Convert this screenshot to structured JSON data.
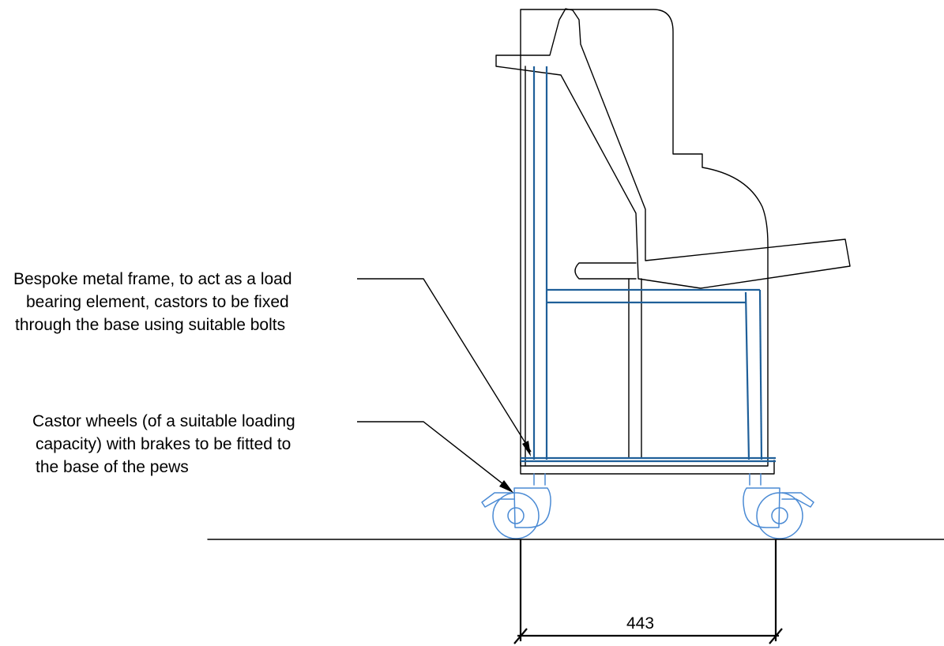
{
  "annotations": {
    "frame_note": [
      "Bespoke metal frame, to act as a load",
      "bearing element, castors to be fixed",
      "through the base using suitable bolts"
    ],
    "castor_note": [
      "Castor wheels (of a suitable loading",
      "capacity) with brakes to be fitted to",
      "the base of the pews"
    ]
  },
  "dimension": {
    "value": "443"
  },
  "colors": {
    "outline": "#000000",
    "frame": "#1f5f99",
    "castor": "#4a8ad4"
  }
}
